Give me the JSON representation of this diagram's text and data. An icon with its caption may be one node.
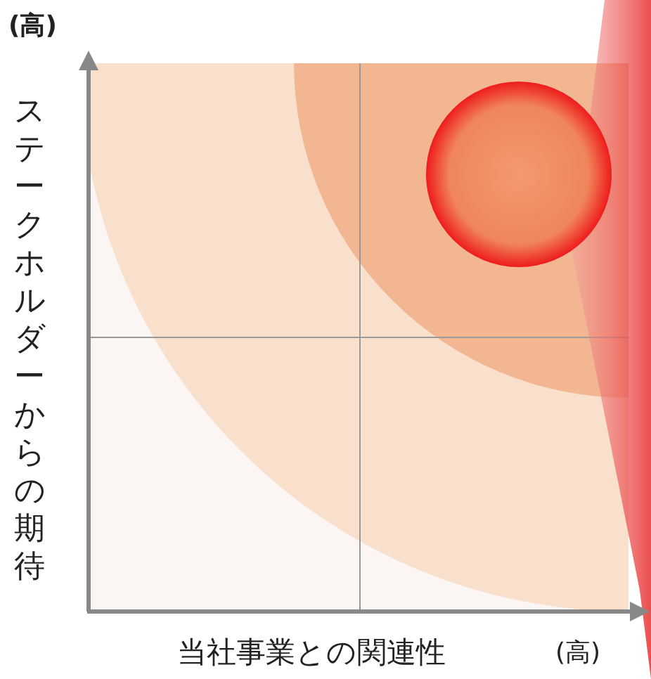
{
  "diagram": {
    "labels": [
      "(高)",
      "ステークホルダーからの期待",
      "当社事業との関連性",
      "(高)"
    ]
  }
}
